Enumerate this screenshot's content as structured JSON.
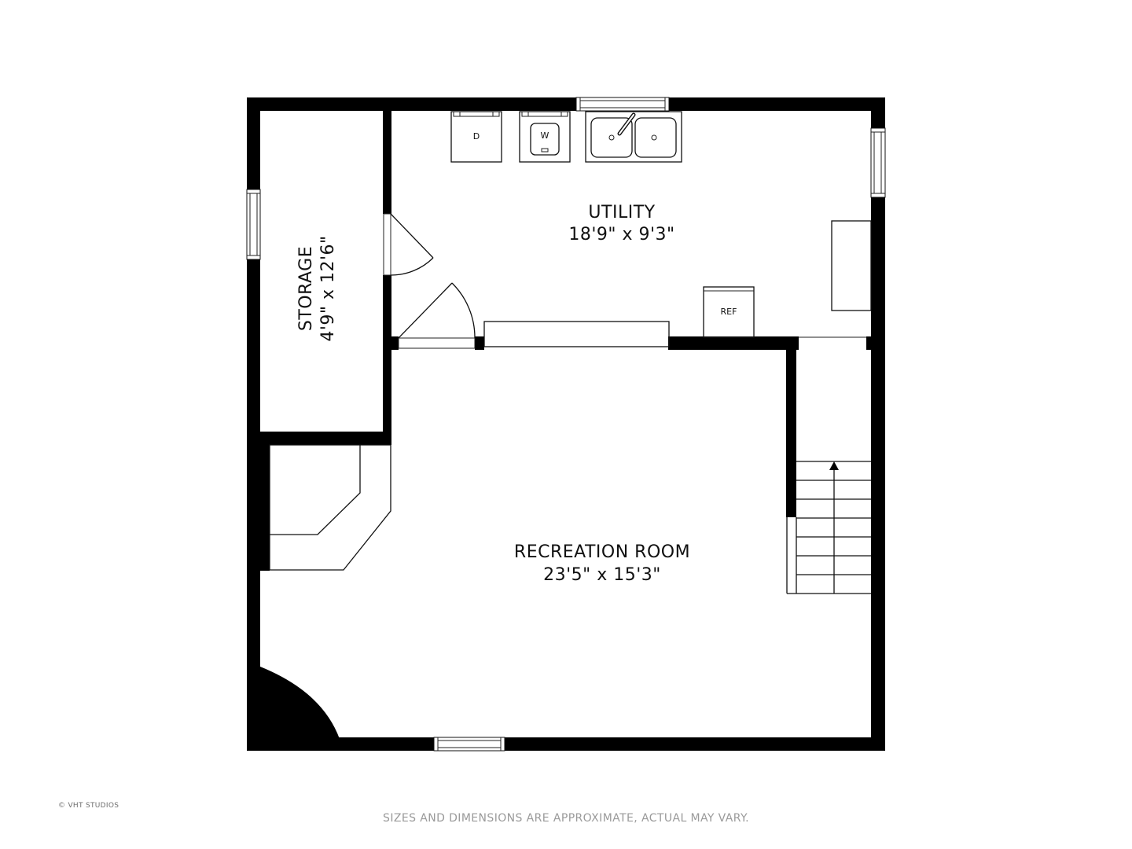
{
  "rooms": {
    "utility": {
      "name": "UTILITY",
      "dimensions": "18'9\" x 9'3\""
    },
    "storage": {
      "name": "STORAGE",
      "dimensions": "4'9\" x 12'6\""
    },
    "recreation": {
      "name": "RECREATION ROOM",
      "dimensions": "23'5\" x 15'3\""
    }
  },
  "appliances": {
    "dryer": "D",
    "washer": "W",
    "refrigerator": "REF"
  },
  "footer": {
    "copyright": "© VHT STUDIOS",
    "disclaimer": "SIZES AND DIMENSIONS ARE APPROXIMATE, ACTUAL MAY VARY."
  },
  "colors": {
    "wall": "#000000",
    "background": "#ffffff",
    "footer_text": "#9a9a9a"
  }
}
